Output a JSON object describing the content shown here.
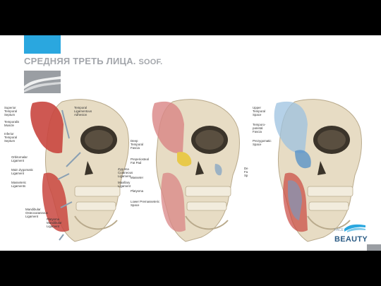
{
  "slide": {
    "title": "СРЕДНЯЯ ТРЕТЬ ЛИЦА.",
    "title_suffix": "SOOF.",
    "accent_color": "#2aa7df",
    "muted_color": "#9a9ea3"
  },
  "panels": [
    {
      "labels": [
        "Superior\nTemporal\nSeptum",
        "Temporalis\nMuscle",
        "Inferior\nTemporal\nSeptum",
        "Orbitomalar\nLigament",
        "Main Zygomatic\nLigament",
        "Masseteric\nLigaments",
        "Mandibular\nOsteocutaneous\nLigament",
        "Temporal\nLigamentous\nAdhesion",
        "Zygoma\nCutaneous\nLigament",
        "Maxillary\nLigament",
        "Platysma\nMandibular\nLigament"
      ]
    },
    {
      "labels": [
        "Deep\nTemporal\nFascia",
        "Preperiosteal\nFat Pad",
        "Masseter",
        "Platysma",
        "Lower Premasseteric\nSpace",
        "De\nFa\nSp"
      ]
    },
    {
      "labels": [
        "Upper\nTemporal\nSpace",
        "Temporo-\nparietal\nFascia",
        "Prezygomatic\nSpace"
      ]
    }
  ],
  "logo": {
    "small_text": "FACE",
    "brand": "BEAUTY"
  }
}
